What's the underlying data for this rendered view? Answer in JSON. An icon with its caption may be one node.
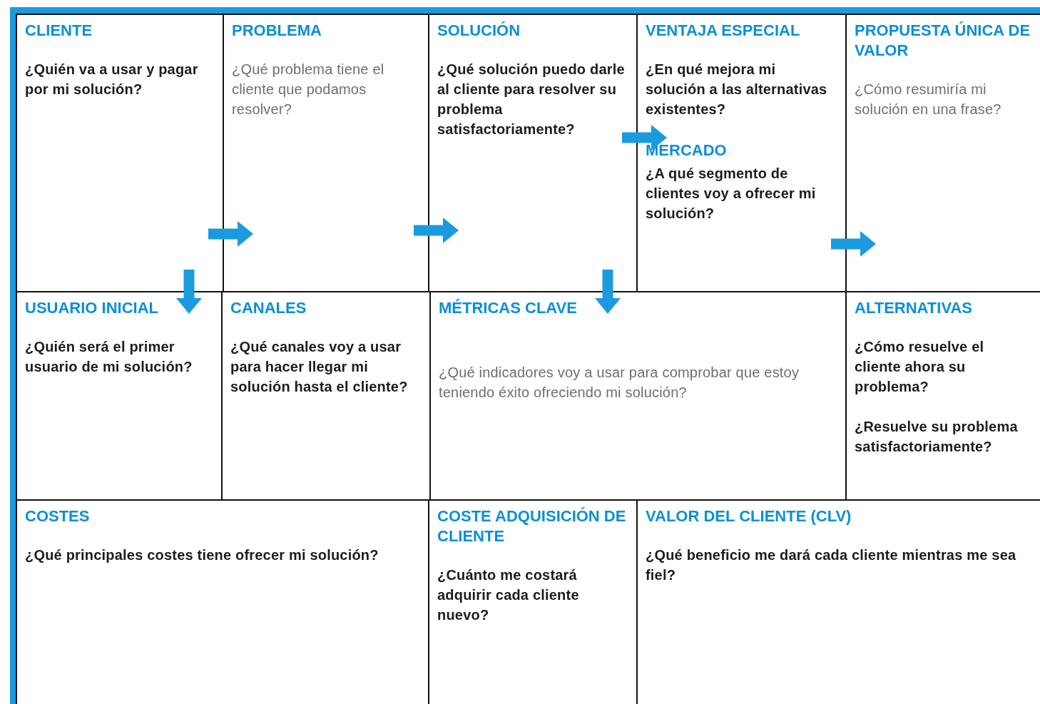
{
  "diagram": {
    "nodes": [
      {
        "text": [
          "CLIENTE",
          "¿Quién va a usar y pagar por mi solución?"
        ]
      },
      {
        "text": [
          "PROBLEMA",
          "¿Qué problema tiene el cliente que podamos resolver?"
        ]
      },
      {
        "text": [
          "SOLUCIÓN",
          "¿Qué solución puedo darle al cliente para resolver su problema satisfactoriamente?"
        ]
      },
      {
        "text": [
          "VENTAJA ESPECIAL",
          "¿En qué mejora mi solución a las alternativas existentes?",
          "MERCADO",
          "¿A qué segmento de clientes voy a ofrecer mi solución?"
        ]
      },
      {
        "text": [
          "PROPUESTA ÚNICA DE VALOR",
          "¿Cómo resumiría mi solución en una frase?"
        ]
      },
      {
        "text": [
          "USUARIO INICIAL",
          "¿Quién será el primer usuario de mi solución?"
        ]
      },
      {
        "text": [
          "CANALES",
          "¿Qué canales voy a usar para hacer llegar mi solución hasta el cliente?"
        ]
      },
      {
        "text": [
          "MÉTRICAS CLAVE",
          "¿Qué indicadores voy a usar para comprobar que estoy teniendo éxito ofreciendo mi solución?"
        ]
      },
      {
        "text": [
          "ALTERNATIVAS",
          "¿Cómo resuelve el cliente ahora su problema?",
          "¿Resuelve su problema satisfactoriamente?"
        ]
      },
      {
        "text": [
          "COSTES",
          "¿Qué principales costes tiene ofrecer mi solución?"
        ]
      },
      {
        "text": [
          "COSTE ADQUISICIÓN DE CLIENTE",
          "¿Cuánto me costará adquirir cada cliente nuevo?"
        ]
      },
      {
        "text": [
          "VALOR DEL CLIENTE (CLV)",
          "¿Qué beneficio me dará cada cliente mientras me sea fiel?"
        ]
      }
    ],
    "edges": [
      {
        "from": 0,
        "to": 1,
        "arrow": "to"
      },
      {
        "from": 1,
        "to": 2,
        "arrow": "to"
      },
      {
        "from": 2,
        "to": 3,
        "arrow": "to"
      },
      {
        "from": 3,
        "to": 4,
        "arrow": "to"
      },
      {
        "from": 0,
        "to": 5,
        "arrow": "to"
      },
      {
        "from": 2,
        "to": 7,
        "arrow": "to"
      }
    ]
  }
}
